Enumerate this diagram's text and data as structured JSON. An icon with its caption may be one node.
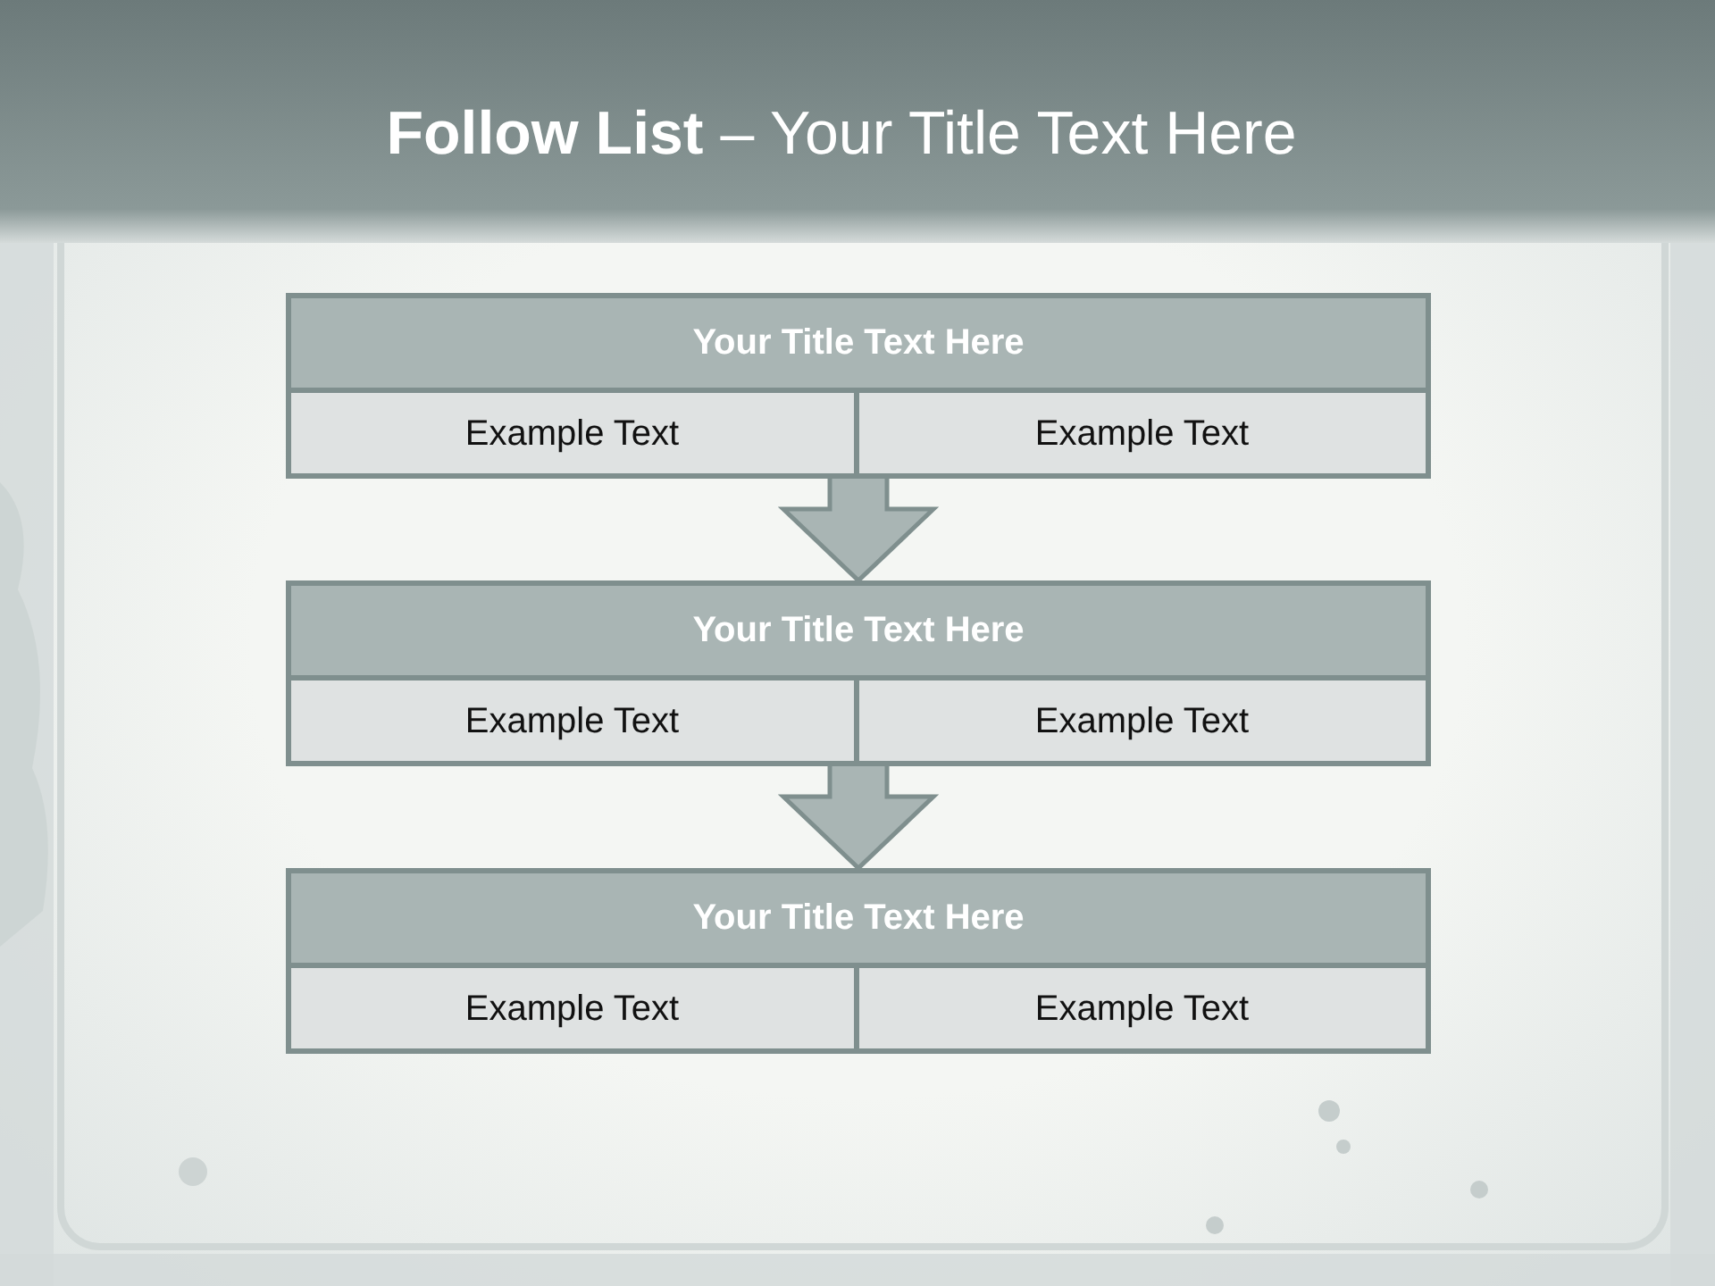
{
  "diagram": {
    "title": "**Follow List** – Your Title Text Here",
    "nodes": [
      {
        "text": [],
        "shape": "box"
      },
      {
        "text": [
          "Your Title Text Here"
        ],
        "in": 0
      },
      {
        "text": [
          "Example Text"
        ],
        "in": 0
      },
      {
        "text": [
          "Example Text"
        ],
        "in": 0
      },
      {
        "text": [],
        "shape": "box"
      },
      {
        "text": [
          "Your Title Text Here"
        ],
        "in": 4
      },
      {
        "text": [
          "Example Text"
        ],
        "in": 4
      },
      {
        "text": [
          "Example Text"
        ],
        "in": 4
      },
      {
        "text": [],
        "shape": "box"
      },
      {
        "text": [
          "Your Title Text Here"
        ],
        "in": 8
      },
      {
        "text": [
          "Example Text"
        ],
        "in": 8
      },
      {
        "text": [
          "Example Text"
        ],
        "in": 8
      }
    ],
    "edges": [
      {
        "from": 0,
        "to": 4,
        "arrow": "to",
        "style": "thick"
      },
      {
        "from": 4,
        "to": 8,
        "arrow": "to",
        "style": "thick"
      }
    ]
  }
}
